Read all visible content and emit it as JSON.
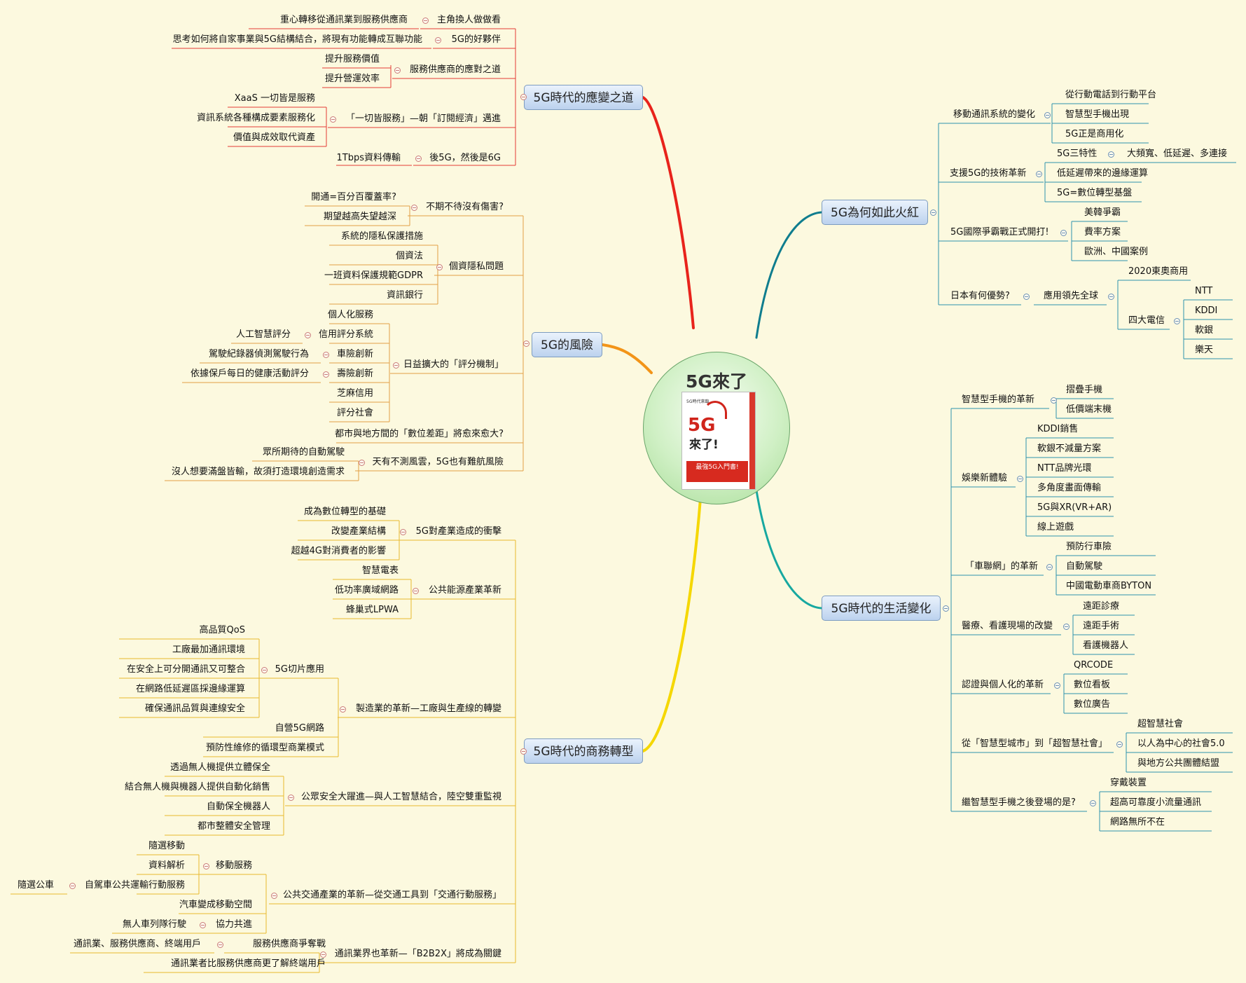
{
  "colors": {
    "background": "#fcf9df",
    "branch_red": "#e8231b",
    "branch_orange": "#f29418",
    "branch_yellow": "#f5d700",
    "branch_teal": "#0f7d8e",
    "branch_teal2": "#17a8a0",
    "group_line": "#e2a044",
    "right_line": "#2e93ad"
  },
  "center": {
    "title": "5G來了",
    "book_cover": {
      "top_text": "5G時代來臨",
      "title_a": "5G",
      "title_b": "來了!",
      "band_text": "最強5G入門書!"
    }
  },
  "mains": {
    "change": "5G時代的應變之道",
    "risk": "5G的風險",
    "business": "5G時代的商務轉型",
    "why": "5G為何如此火紅",
    "life": "5G時代的生活變化"
  },
  "change": {
    "g1": "主角換人做做看",
    "g1a": "重心轉移從通訊業到服務供應商",
    "g2": "5G的好夥伴",
    "g2a": "思考如何將自家事業與5G結構結合，將現有功能轉成互聯功能",
    "g3": "服務供應商的應對之道",
    "g3a": "提升服務價值",
    "g3b": "提升營運效率",
    "g4": "「一切皆服務」—朝「訂閱經濟」邁進",
    "g4a": "XaaS 一切皆是服務",
    "g4b": "資訊系統各種構成要素服務化",
    "g4c": "價值與成效取代資產",
    "g5": "後5G，然後是6G",
    "g5a": "1Tbps資料傳輸"
  },
  "risk": {
    "g1": "不期不待沒有傷害?",
    "g1a": "開通=百分百覆蓋率?",
    "g1b": "期望越高失望越深",
    "g2": "個資隱私問題",
    "g2a": "系統的隱私保護措施",
    "g2b": "個資法",
    "g2c": "一班資料保護規範GDPR",
    "g2d": "資訊銀行",
    "g3": "日益擴大的「評分機制」",
    "g3a": "個人化服務",
    "g3b": "信用評分系統",
    "g3b1": "人工智慧評分",
    "g3c": "車險創新",
    "g3c1": "駕駛紀錄器偵測駕駛行為",
    "g3d": "壽險創新",
    "g3d1": "依據保戶每日的健康活動評分",
    "g3e": "芝麻信用",
    "g3f": "評分社會",
    "g4": "都市與地方間的「數位差距」將愈來愈大?",
    "g5": "天有不測風雲，5G也有難航風險",
    "g5a": "眾所期待的自動駕駛",
    "g5b": "沒人想要滿盤皆輸，故須打造環境創造需求"
  },
  "business": {
    "g1": "5G對產業造成的衝擊",
    "g1a": "成為數位轉型的基礎",
    "g1b": "改變產業結構",
    "g1c": "超越4G對消費者的影響",
    "g2": "公共能源產業革新",
    "g2a": "智慧電表",
    "g2b": "低功率廣域網路",
    "g2c": "蜂巢式LPWA",
    "g3": "製造業的革新—工廠與生產線的轉變",
    "g3s": "5G切片應用",
    "g3s1": "高品質QoS",
    "g3s2": "工廠最加通訊環境",
    "g3s3": "在安全上可分開通訊又可整合",
    "g3s4": "在網路低延遲區採邊緣運算",
    "g3s5": "確保通訊品質與連線安全",
    "g3b": "自營5G網路",
    "g3c": "預防性維修的循環型商業模式",
    "g4": "公眾安全大躍進—與人工智慧結合，陸空雙重監視",
    "g4a": "透過無人機提供立體保全",
    "g4b": "結合無人機與機器人提供自動化銷售",
    "g4c": "自動保全機器人",
    "g4d": "都市整體安全管理",
    "g5": "公共交通產業的革新—從交通工具到「交通行動服務」",
    "g5m": "移動服務",
    "g5m1": "隨選移動",
    "g5m2": "資料解析",
    "g5m3": "自駕車公共運輸行動服務",
    "g5m3a": "隨選公車",
    "g5b": "汽車變成移動空間",
    "g5c": "協力共進",
    "g5c1": "無人車列隊行駛",
    "g6": "通訊業界也革新—「B2B2X」將成為關鍵",
    "g6a": "服務供應商爭奪戰",
    "g6a1": "通訊業、服務供應商、終端用戶",
    "g6b": "通訊業者比服務供應商更了解終端用戶"
  },
  "why": {
    "g1": "移動通訊系統的變化",
    "g1a": "從行動電話到行動平台",
    "g1b": "智慧型手機出現",
    "g1c": "5G正是商用化",
    "g2": "支援5G的技術革新",
    "g2a": "5G三特性",
    "g2a1": "大頻寬、低延遲、多連接",
    "g2b": "低延遲帶來的邊緣運算",
    "g2c": "5G=數位轉型基盤",
    "g3": "5G國際爭霸戰正式開打!",
    "g3a": "美韓爭霸",
    "g3b": "費率方案",
    "g3c": "歐洲、中國案例",
    "g4": "日本有何優勢?",
    "g4a": "應用領先全球",
    "g4a1": "2020東奧商用",
    "g4a2": "四大電信",
    "g4t1": "NTT",
    "g4t2": "KDDI",
    "g4t3": "軟銀",
    "g4t4": "樂天"
  },
  "life": {
    "g1": "智慧型手機的革新",
    "g1a": "摺疊手機",
    "g1b": "低價端末機",
    "g2": "娛樂新體驗",
    "g2a": "KDDI銷售",
    "g2b": "軟銀不減量方案",
    "g2c": "NTT品牌光環",
    "g2d": "多角度畫面傳輸",
    "g2e": "5G與XR(VR+AR)",
    "g2f": "線上遊戲",
    "g3": "「車聯網」的革新",
    "g3a": "預防行車險",
    "g3b": "自動駕駛",
    "g3c": "中國電動車商BYTON",
    "g4": "醫療、看護現場的改變",
    "g4a": "遠距診療",
    "g4b": "遠距手術",
    "g4c": "看護機器人",
    "g5": "認證與個人化的革新",
    "g5a": "QRCODE",
    "g5b": "數位看板",
    "g5c": "數位廣告",
    "g6": "從「智慧型城市」到「超智慧社會」",
    "g6a": "超智慧社會",
    "g6b": "以人為中心的社會5.0",
    "g6c": "與地方公共團體結盟",
    "g7": "繼智慧型手機之後登場的是?",
    "g7a": "穿戴裝置",
    "g7b": "超高可靠度小流量通訊",
    "g7c": "網路無所不在"
  }
}
